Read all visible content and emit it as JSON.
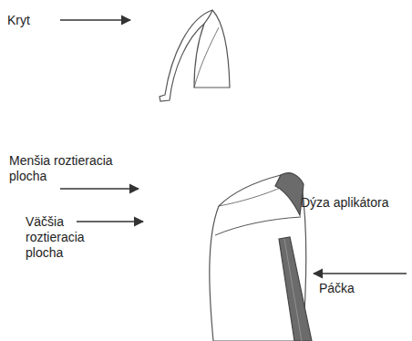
{
  "diagram": {
    "labels": [
      "Kryt",
      "Menšia roztieracia plocha",
      "Väčšia roztieracia plocha",
      "Dýza aplikátora",
      "Páčka"
    ]
  }
}
